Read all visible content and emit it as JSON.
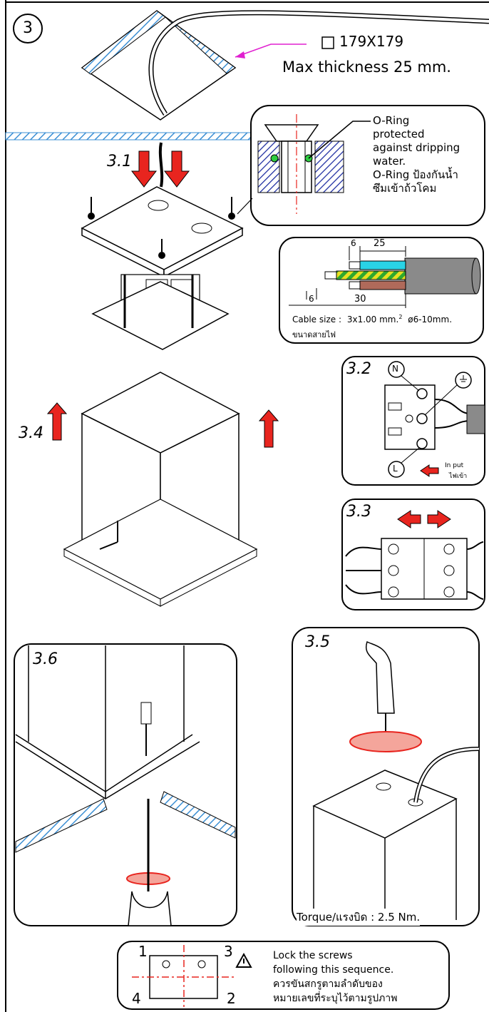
{
  "step_number": "3",
  "hole": {
    "size": "179X179",
    "thickness_note": "Max thickness 25 mm."
  },
  "steps": {
    "s31": "3.1",
    "s32": "3.2",
    "s33": "3.3",
    "s34": "3.4",
    "s35": "3.5",
    "s36": "3.6"
  },
  "oring": {
    "line1": "O-Ring",
    "line2": "protected",
    "line3": "against dripping",
    "line4": "water.",
    "line5": "O-Ring ป้องกันน้ำ",
    "line6": "ซึมเข้าถ้วโคม"
  },
  "cable": {
    "dim_6_top": "6",
    "dim_25": "25",
    "dim_6_bottom": "6",
    "dim_30": "30",
    "size_label": "Cable size :",
    "size_value": "3x1.00 mm.",
    "size_sup": "2",
    "diameter": "ø6-10mm.",
    "thai_label": "ขนาดสายไฟ"
  },
  "terminal": {
    "n_label": "N",
    "l_label": "L",
    "input_en": "In put",
    "input_th": "ไฟเข้า"
  },
  "torque": "Torque/แรงบิด : 2.5 Nm.",
  "sequence": {
    "n1": "1",
    "n2": "2",
    "n3": "3",
    "n4": "4",
    "line1": "Lock the screws",
    "line2": "following this sequence.",
    "line3": "ควรขันสกรูตามลำดับของ",
    "line4": "หมายเลขที่ระบุไว้ตามรูปภาพ"
  },
  "colors": {
    "arrow_red": "#e8251f",
    "hatch_blue": "#3b8fd4",
    "callout_magenta": "#e020d0",
    "oring_green": "#2ecc40",
    "wire_cyan": "#29d3e6",
    "wire_brown": "#b06a5a",
    "wire_earth_green": "#2fa82f",
    "wire_earth_yellow": "#e8e020",
    "cable_gray": "#8a8a8a"
  }
}
